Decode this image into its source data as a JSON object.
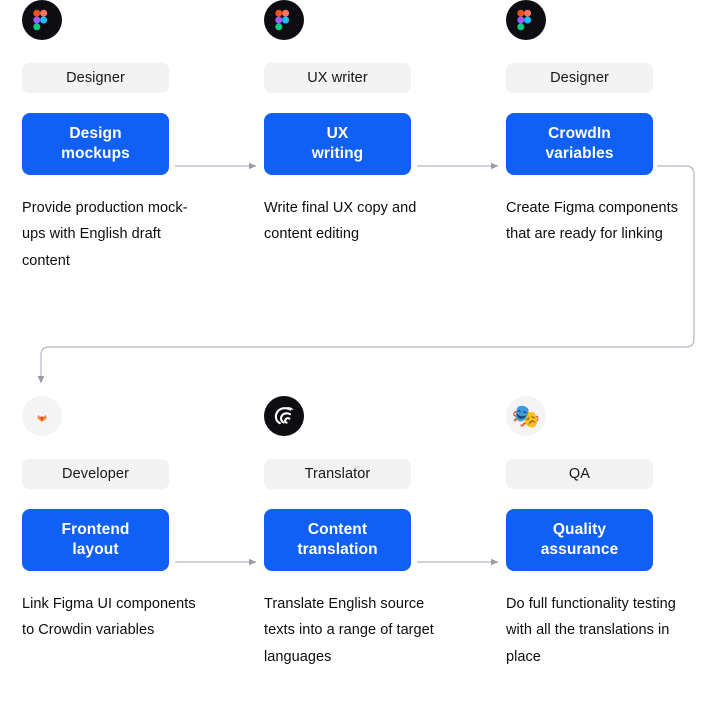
{
  "meta": {
    "title": "Localization workflow diagram",
    "background_color": "#ffffff",
    "accent_color": "#1060f5",
    "pill_color": "#f2f2f3",
    "connector_color": "#b8b8c4",
    "text_color": "#0d0d0f"
  },
  "rows": [
    {
      "name": "design-phase",
      "steps": [
        {
          "icon": "figma-icon",
          "icon_style": "dark",
          "role": "Designer",
          "step_line_1": "Design",
          "step_line_2": "mockups",
          "description": "Provide production mock-ups with English draft content"
        },
        {
          "icon": "figma-icon",
          "icon_style": "dark",
          "role": "UX writer",
          "step_line_1": "UX",
          "step_line_2": "writing",
          "description": "Write final UX copy and content editing"
        },
        {
          "icon": "figma-icon",
          "icon_style": "dark",
          "role": "Designer",
          "step_line_1": "CrowdIn",
          "step_line_2": "variables",
          "description": "Create Figma components that are ready for linking"
        }
      ]
    },
    {
      "name": "build-phase",
      "steps": [
        {
          "icon": "gitlab-icon",
          "icon_style": "light",
          "role": "Developer",
          "step_line_1": "Frontend",
          "step_line_2": "layout",
          "description": "Link Figma UI components to Crowdin variables"
        },
        {
          "icon": "crowdin-icon",
          "icon_style": "dark",
          "role": "Translator",
          "step_line_1": "Content",
          "step_line_2": "translation",
          "description": "Translate English source texts into a range of target languages"
        },
        {
          "icon": "theater-masks-icon",
          "icon_style": "light",
          "role": "QA",
          "step_line_1": "Quality",
          "step_line_2": "assurance",
          "description": "Do full functionality testing with all the translations in place"
        }
      ]
    }
  ],
  "connectors": [
    {
      "name": "arrow-design-to-ux",
      "from": "Design mockups",
      "to": "UX writing",
      "direction": "right"
    },
    {
      "name": "arrow-ux-to-crowdin",
      "from": "UX writing",
      "to": "CrowdIn variables",
      "direction": "right"
    },
    {
      "name": "arrow-crowdin-to-frontend",
      "from": "CrowdIn variables",
      "to": "Frontend layout",
      "direction": "wrap-down-left"
    },
    {
      "name": "arrow-frontend-to-content",
      "from": "Frontend layout",
      "to": "Content translation",
      "direction": "right"
    },
    {
      "name": "arrow-content-to-quality",
      "from": "Content translation",
      "to": "Quality assurance",
      "direction": "right"
    }
  ]
}
